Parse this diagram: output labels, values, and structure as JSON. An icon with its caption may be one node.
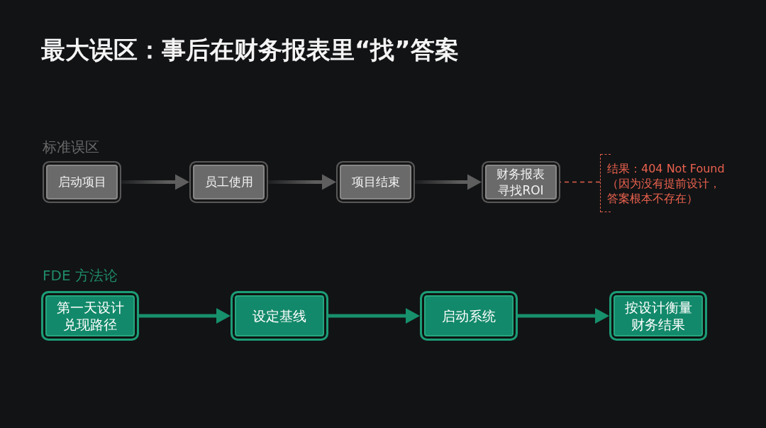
{
  "diagram": {
    "title": "最大误区：事后在财务报表里“找”答案",
    "nodes": [
      {
        "text": [
          "启动项目"
        ]
      },
      {
        "text": [
          "员工使用"
        ]
      },
      {
        "text": [
          "项目结束"
        ]
      },
      {
        "text": [
          "财务报表寻找ROI"
        ]
      },
      {
        "text": [
          "结果：404 Not Found",
          "（因为没有提前设计，答案根本不存在）"
        ]
      },
      {
        "text": [
          "第一天设计兑现路径"
        ]
      },
      {
        "text": [
          "设定基线"
        ]
      },
      {
        "text": [
          "启动系统"
        ]
      },
      {
        "text": [
          "按设计衡量财务结果"
        ]
      }
    ],
    "edges": [
      {
        "from": 0,
        "to": 1,
        "arrow": "to",
        "color": "#5e5e5e"
      },
      {
        "from": 1,
        "to": 2,
        "arrow": "to",
        "color": "#5e5e5e"
      },
      {
        "from": 2,
        "to": 3,
        "arrow": "to",
        "color": "#5e5e5e"
      },
      {
        "from": 4,
        "to": 3,
        "arrow": "none",
        "style": "dashed",
        "color": "#e0604c"
      },
      {
        "from": 5,
        "to": 6,
        "arrow": "to",
        "color": "#17906c"
      },
      {
        "from": 6,
        "to": 7,
        "arrow": "to",
        "color": "#17906c"
      },
      {
        "from": 7,
        "to": 8,
        "arrow": "to",
        "color": "#17906c"
      }
    ],
    "labels": [
      "标准误区",
      "FDE 方法论"
    ]
  }
}
